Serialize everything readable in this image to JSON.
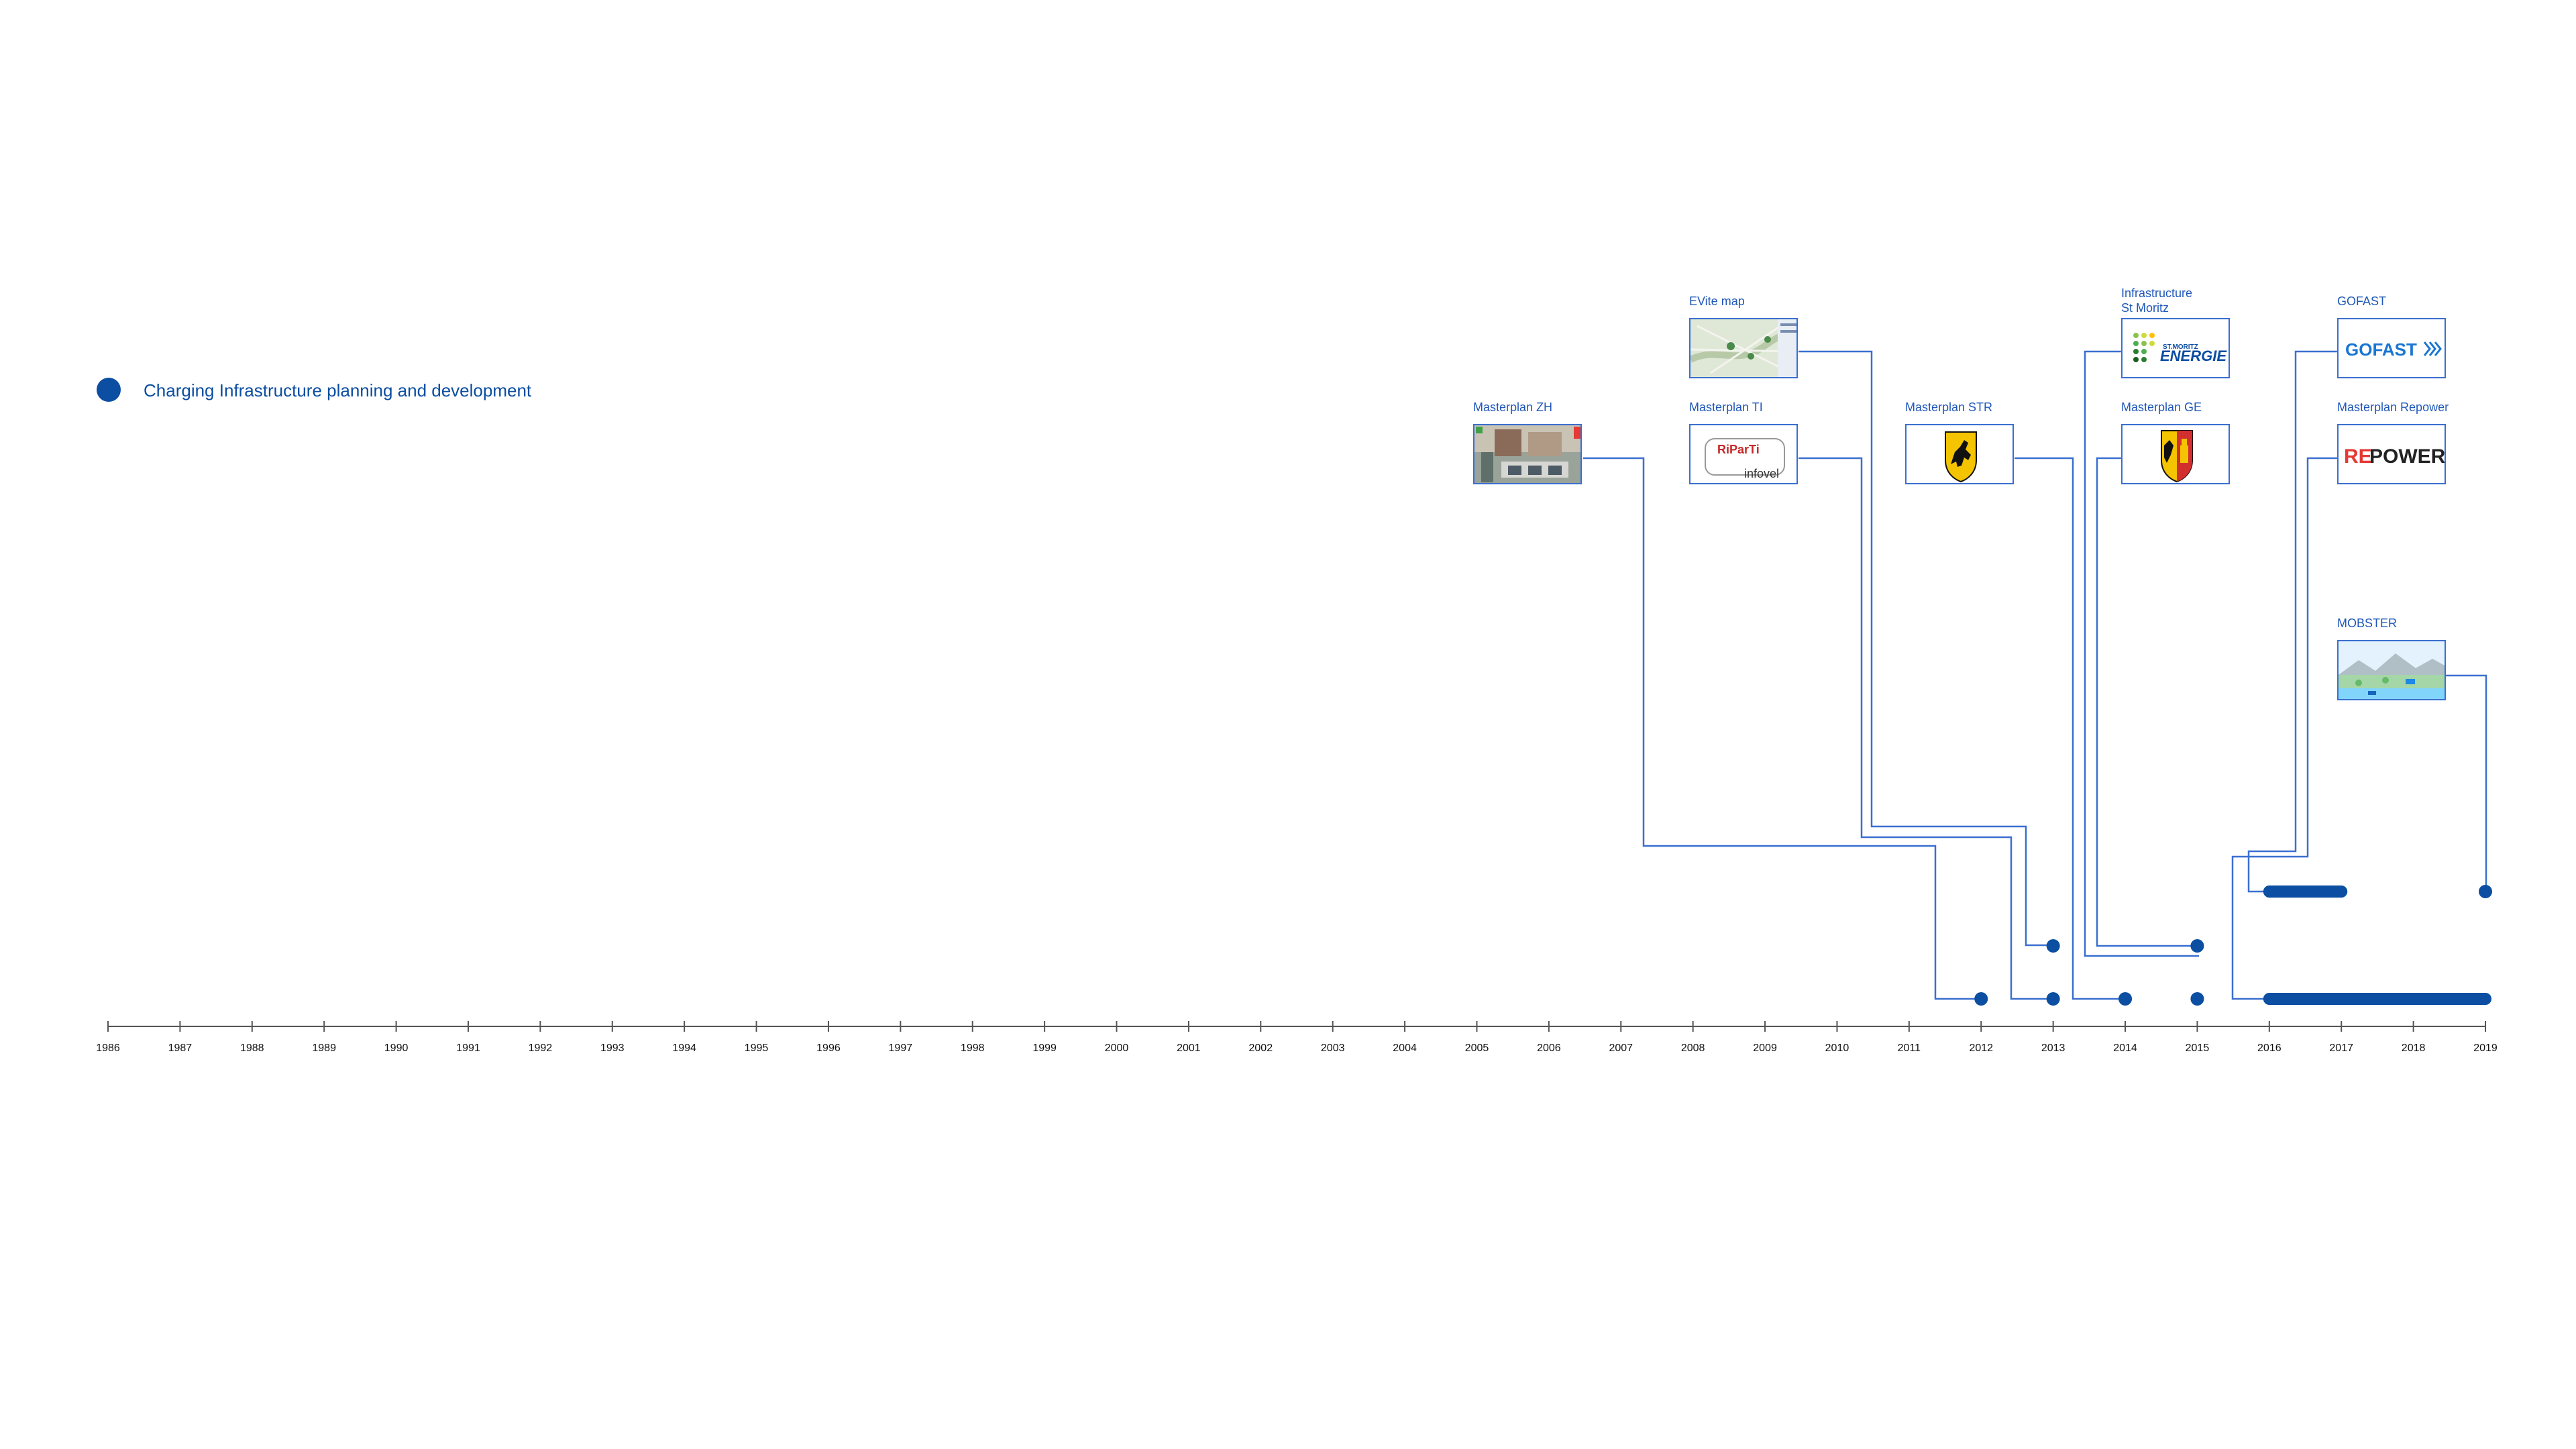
{
  "legend": {
    "label": "Charging Infrastructure planning and development",
    "color": "#0b4ea2"
  },
  "colors": {
    "connector": "#3a6fd0",
    "marker": "#0b4ea2",
    "axis": "#555555"
  },
  "axis": {
    "years": [
      1986,
      1987,
      1988,
      1989,
      1990,
      1991,
      1992,
      1993,
      1994,
      1995,
      1996,
      1997,
      1998,
      1999,
      2000,
      2001,
      2002,
      2003,
      2004,
      2005,
      2006,
      2007,
      2008,
      2009,
      2010,
      2011,
      2012,
      2013,
      2014,
      2015,
      2016,
      2017,
      2018,
      2019
    ]
  },
  "projects": [
    {
      "id": "masterplan-zh",
      "label": "Masterplan ZH",
      "icon": "street-photo",
      "start": 2012,
      "end": 2012,
      "lane": "bottom"
    },
    {
      "id": "evite-map",
      "label": "EVite map",
      "icon": "map-thumbnail",
      "start": 2013,
      "end": 2013,
      "lane": "middle"
    },
    {
      "id": "masterplan-ti",
      "label": "Masterplan TI",
      "icon": "riparti-infovel-logo",
      "logo_text": [
        "RiParTi",
        "infovel"
      ],
      "start": 2013,
      "end": 2013,
      "lane": "bottom"
    },
    {
      "id": "masterplan-str",
      "label": "Masterplan STR",
      "icon": "stuttgart-horse-crest",
      "start": 2014,
      "end": 2014,
      "lane": "bottom"
    },
    {
      "id": "infrastructure-st-moritz",
      "label": "Infrastructure\nSt Moritz",
      "icon": "st-moritz-energie-logo",
      "logo_text": [
        "ST.MORITZ",
        "ENERGIE"
      ],
      "start": 2015,
      "end": 2015,
      "lane": "middle"
    },
    {
      "id": "masterplan-ge",
      "label": "Masterplan GE",
      "icon": "geneva-crest",
      "start": 2015,
      "end": 2015,
      "lane": "bottom"
    },
    {
      "id": "gofast",
      "label": "GOFAST",
      "icon": "gofast-logo",
      "logo_text": [
        "GOFAST"
      ],
      "start": 2016,
      "end": 2017,
      "lane": "top"
    },
    {
      "id": "masterplan-repower",
      "label": "Masterplan Repower",
      "icon": "repower-logo",
      "logo_text": [
        "RE",
        "POWER"
      ],
      "start": 2016,
      "end": 2019,
      "lane": "bottom"
    },
    {
      "id": "mobster",
      "label": "MOBSTER",
      "icon": "landscape-illustration",
      "start": 2019,
      "end": 2019,
      "lane": "top"
    }
  ]
}
